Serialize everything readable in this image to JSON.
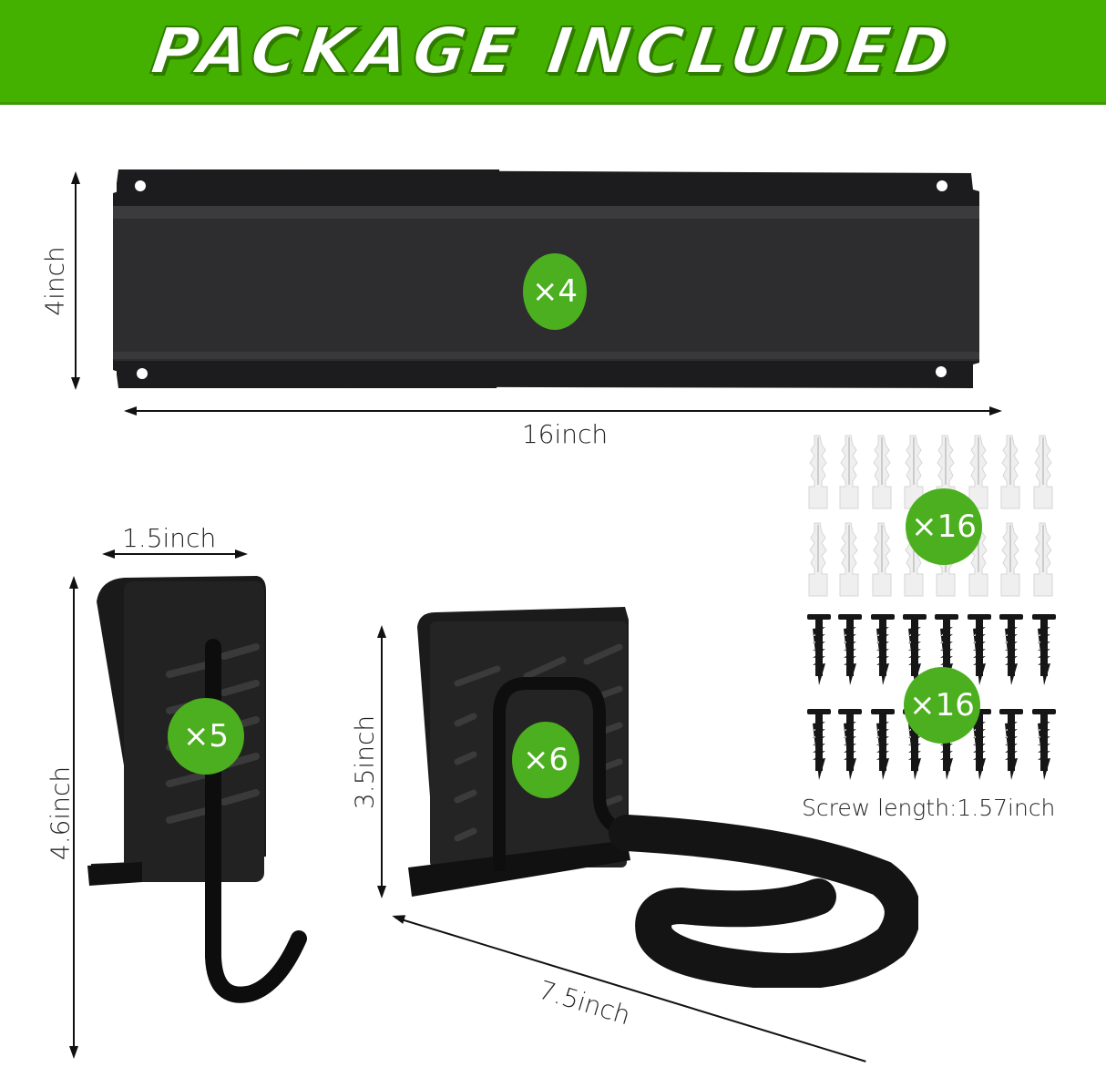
{
  "banner": {
    "title": "PACKAGE INCLUDED",
    "color": "#44b000"
  },
  "items": [
    {
      "name": "wall-rail",
      "quantity": "×4",
      "height_label": "4inch",
      "width_label": "16inch"
    },
    {
      "name": "single-hook",
      "quantity": "×5",
      "width_label": "1.5inch",
      "height_label": "4.6inch"
    },
    {
      "name": "bike-hook",
      "quantity": "×6",
      "height_label": "3.5inch",
      "depth_label": "7.5inch"
    },
    {
      "name": "wall-anchors",
      "quantity": "×16"
    },
    {
      "name": "screws",
      "quantity": "×16",
      "note": "Screw length:1.57inch"
    }
  ],
  "badge_color": "#4caf1f"
}
